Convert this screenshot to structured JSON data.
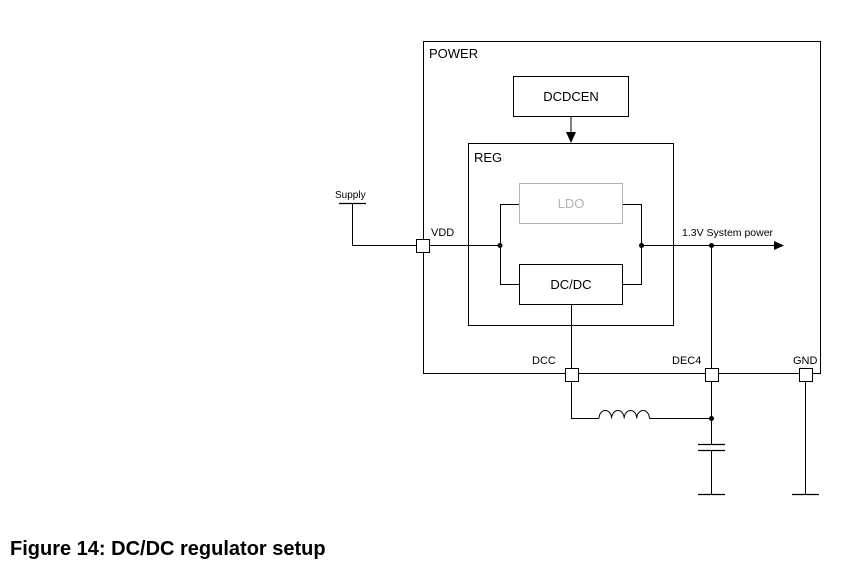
{
  "diagram": {
    "blocks": {
      "power": "POWER",
      "dcdcen": "DCDCEN",
      "reg": "REG",
      "ldo": "LDO",
      "dcdc": "DC/DC"
    },
    "pins": {
      "vdd": "VDD",
      "dcc": "DCC",
      "dec4": "DEC4",
      "gnd": "GND"
    },
    "nets": {
      "supply": "Supply",
      "system_power": "1.3V System power"
    },
    "colors": {
      "line": "#000000",
      "ldo_disabled": "#b4b4b4"
    }
  },
  "caption": "Figure 14: DC/DC regulator setup"
}
